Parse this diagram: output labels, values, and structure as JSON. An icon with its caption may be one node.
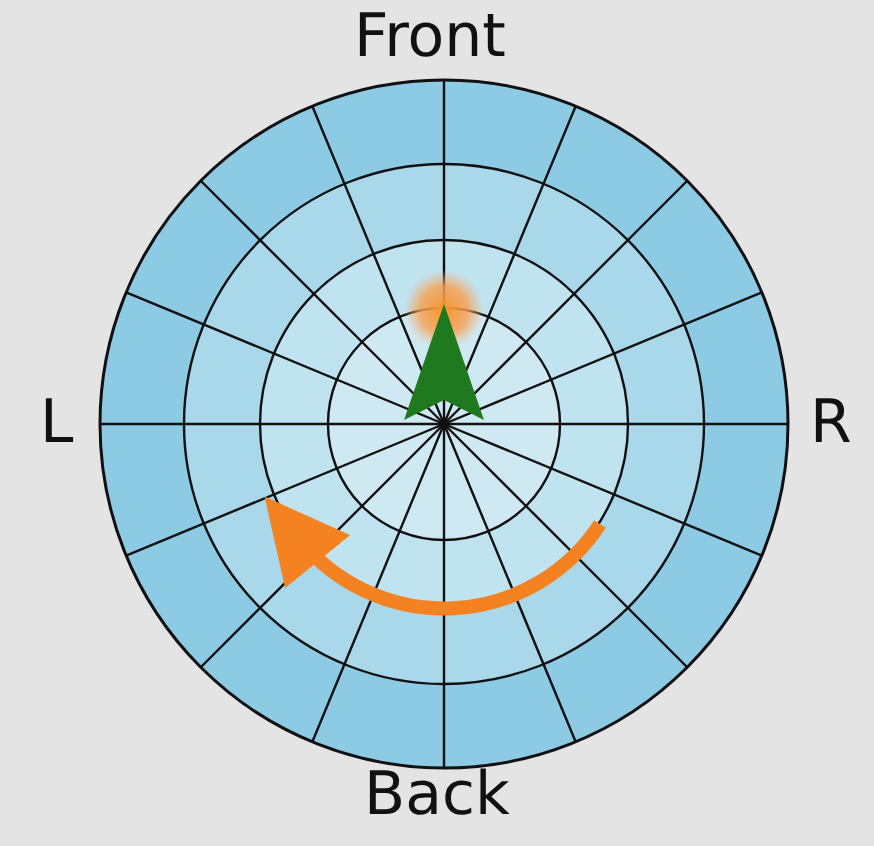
{
  "diagram": {
    "labels": [
      "Front",
      "L",
      "R",
      "Back"
    ]
  }
}
